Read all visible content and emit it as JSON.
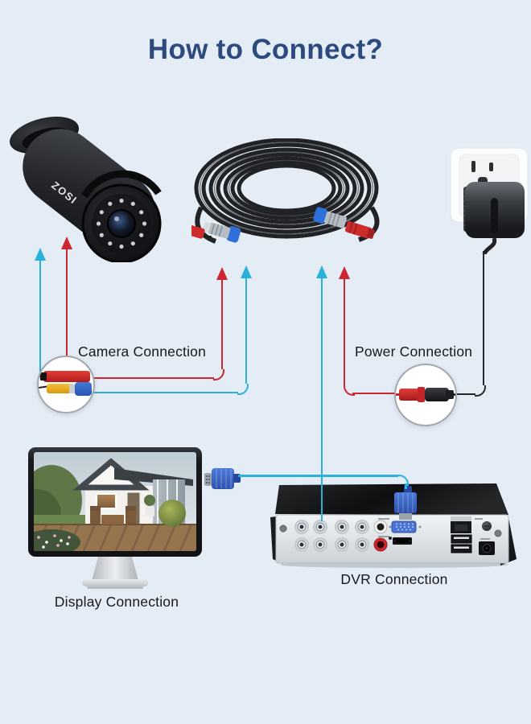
{
  "page": {
    "background_color": "#e4ecf5"
  },
  "title": {
    "text": "How to Connect?",
    "color": "#2c4a7e"
  },
  "labels": {
    "camera_connection": "Camera Connection",
    "power_connection": "Power Connection",
    "display_connection": "Display Connection",
    "dvr_connection": "DVR Connection"
  },
  "devices": {
    "camera": {
      "brand": "ZOSI",
      "icon": "bullet-security-camera-icon"
    },
    "cable": {
      "icon": "bnc-video-power-cable-coil-icon"
    },
    "power": {
      "icon": "wall-outlet-power-adapter-icon"
    },
    "display": {
      "icon": "desktop-monitor-icon"
    },
    "dvr": {
      "icon": "dvr-rear-panel-icon"
    },
    "vga": {
      "icon": "vga-connector-icon"
    }
  },
  "connection_lines": {
    "video_color": "#29b1dc",
    "power_color": "#cc2630",
    "adapter_cable_color": "#26282b"
  }
}
